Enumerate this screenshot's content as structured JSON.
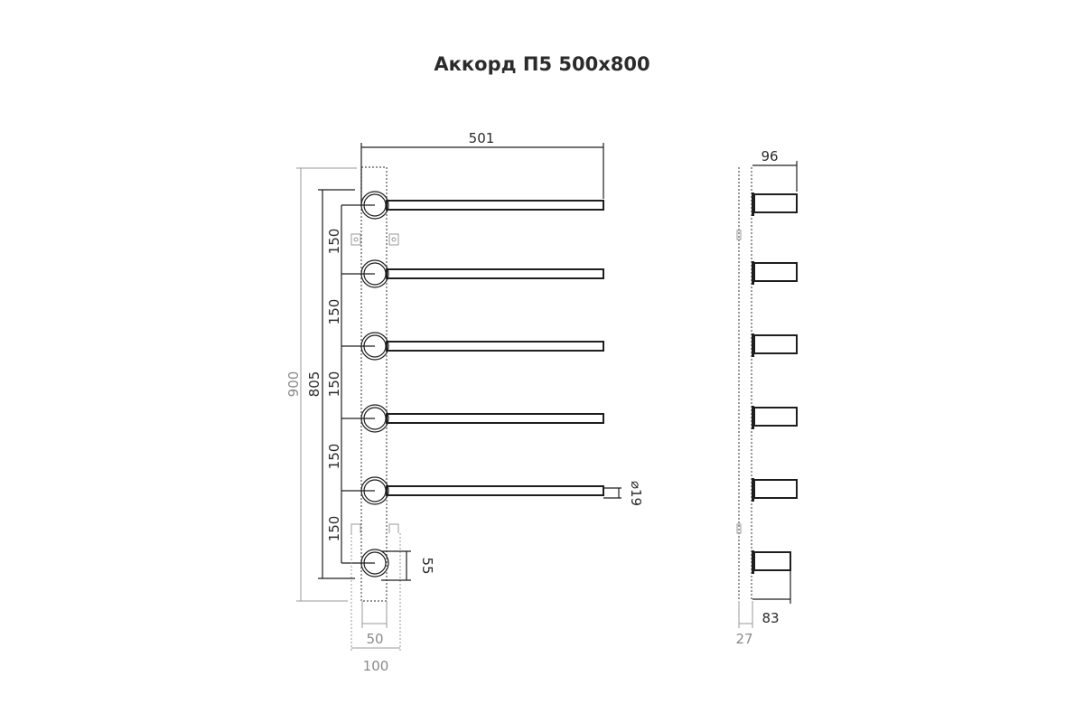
{
  "title": "Аккорд П5 500х800",
  "front_view": {
    "width_label": "501",
    "total_height_label": "900",
    "axis_height_label": "805",
    "spacing_labels": [
      "150",
      "150",
      "150",
      "150",
      "150"
    ],
    "circle_label": "55",
    "tube_diameter_label": "⌀19",
    "column_width_label": "50",
    "bracket_width_label": "100"
  },
  "side_view": {
    "depth_label": "96",
    "bottom_depth_label": "83",
    "wall_gap_label": "27"
  }
}
